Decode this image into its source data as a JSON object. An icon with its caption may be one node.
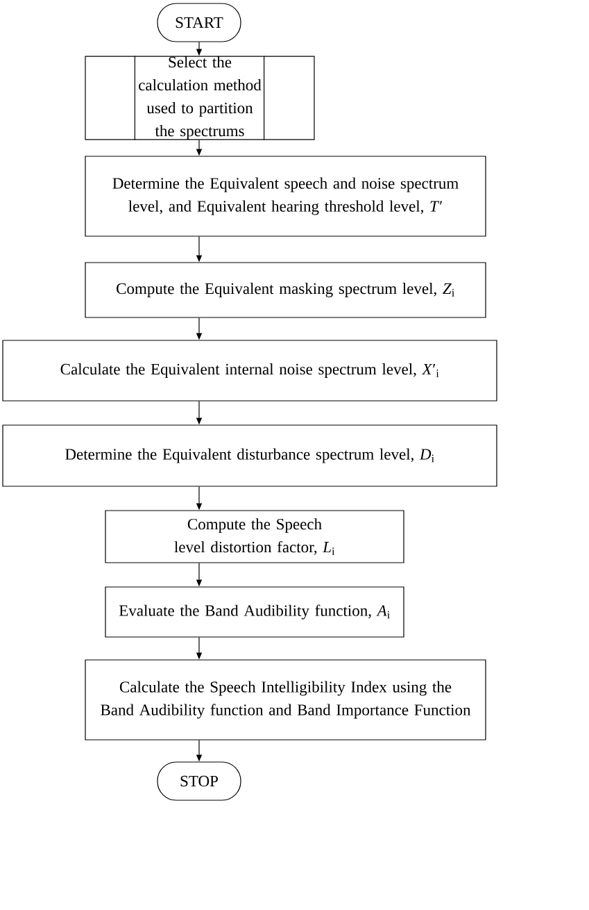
{
  "diagram": {
    "nodes": [
      {
        "text": [
          "START"
        ]
      },
      {
        "text": [
          "Select the calculation method used to partition the spectrums"
        ]
      },
      {
        "text": [
          "Determine the Equivalent speech and noise spectrum level, and Equivalent hearing threshold level, *T*′"
        ]
      },
      {
        "text": [
          "Compute the Equivalent masking spectrum level, *Z*$_{i}$"
        ]
      },
      {
        "text": [
          "Calculate the Equivalent internal noise spectrum level, *X*′$_{i}$"
        ]
      },
      {
        "text": [
          "Determine the Equivalent disturbance spectrum level, *D*$_{i}$"
        ]
      },
      {
        "text": [
          "Compute the Speech level distortion factor, *L*$_{i}$"
        ]
      },
      {
        "text": [
          "Evaluate the Band Audibility function, *A*$_{i}$"
        ]
      },
      {
        "text": [
          "Calculate the Speech Intelligibility Index using the Band Audibility function and Band Importance Function"
        ]
      },
      {
        "text": [
          "STOP"
        ]
      }
    ],
    "edges": [
      {
        "from": 0,
        "to": 1,
        "arrow": "to"
      },
      {
        "from": 1,
        "to": 2,
        "arrow": "to"
      },
      {
        "from": 2,
        "to": 3,
        "arrow": "to"
      },
      {
        "from": 3,
        "to": 4,
        "arrow": "to"
      },
      {
        "from": 4,
        "to": 5,
        "arrow": "to"
      },
      {
        "from": 5,
        "to": 6,
        "arrow": "to"
      },
      {
        "from": 6,
        "to": 7,
        "arrow": "to"
      },
      {
        "from": 7,
        "to": 8,
        "arrow": "to"
      },
      {
        "from": 8,
        "to": 9,
        "arrow": "to"
      }
    ]
  }
}
